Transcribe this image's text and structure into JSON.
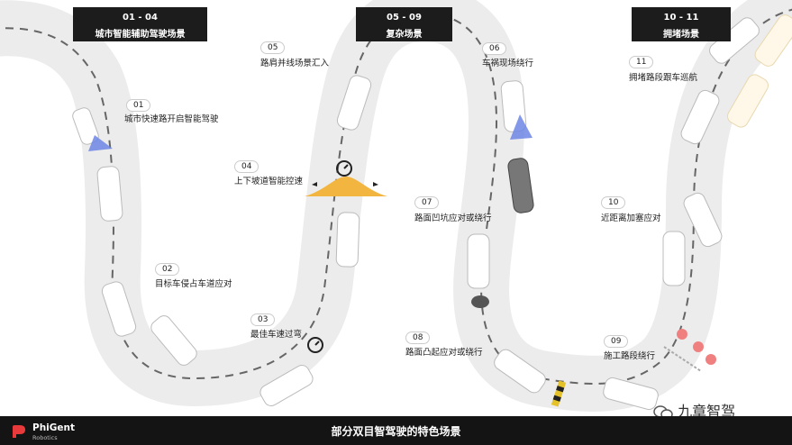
{
  "headers": [
    {
      "range": "01 - 04",
      "title": "城市智能辅助驾驶场景"
    },
    {
      "range": "05 - 09",
      "title": "复杂场景"
    },
    {
      "range": "10 - 11",
      "title": "拥堵场景"
    }
  ],
  "scenarios": [
    {
      "num": "01",
      "label": "城市快速路开启智能驾驶"
    },
    {
      "num": "02",
      "label": "目标车侵占车道应对"
    },
    {
      "num": "03",
      "label": "最佳车速过弯"
    },
    {
      "num": "04",
      "label": "上下坡道智能控速"
    },
    {
      "num": "05",
      "label": "路肩并线场景汇入"
    },
    {
      "num": "06",
      "label": "车祸现场绕行"
    },
    {
      "num": "07",
      "label": "路面凹坑应对或绕行"
    },
    {
      "num": "08",
      "label": "路面凸起应对或绕行"
    },
    {
      "num": "09",
      "label": "施工路段绕行"
    },
    {
      "num": "10",
      "label": "近距离加塞应对"
    },
    {
      "num": "11",
      "label": "拥堵路段跟车巡航"
    }
  ],
  "footer": {
    "title": "部分双目智驾驶的特色场景",
    "logo_name": "PhiGent",
    "logo_sub": "Robotics"
  },
  "watermark": "九章智驾",
  "colors": {
    "road": "#ececec",
    "dash": "#666666",
    "header_bg": "#1c1c1c",
    "sensor": "#6f86e6",
    "logo": "#e83a3a",
    "hump": "#f2b540",
    "cone": "#f08080"
  }
}
